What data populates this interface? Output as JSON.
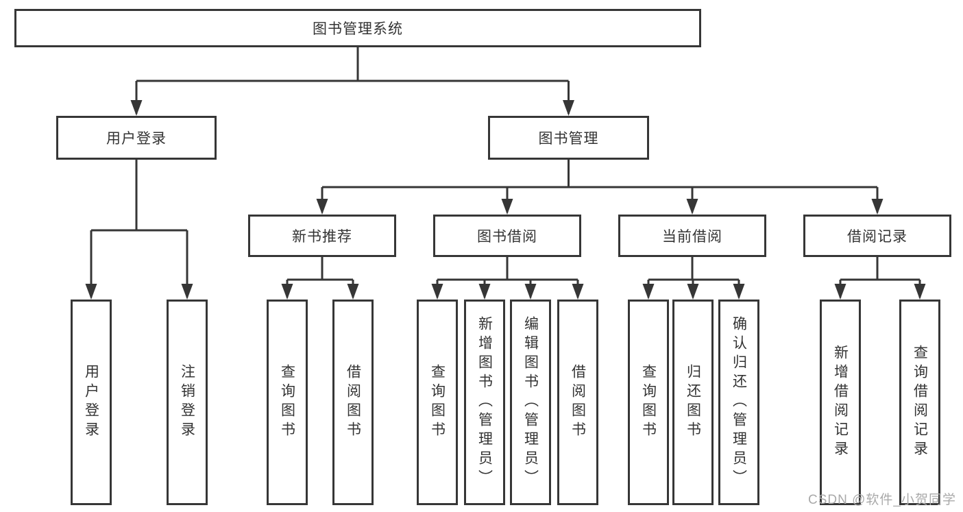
{
  "colors": {
    "line": "#363636",
    "text": "#333333",
    "box_background": "#ffffff",
    "watermark": "#a9a9a9"
  },
  "tree": {
    "root": {
      "label": "图书管理系统"
    },
    "branches": [
      {
        "label": "用户登录",
        "leaves": [
          {
            "label": "用户登录"
          },
          {
            "label": "注销登录"
          }
        ]
      },
      {
        "label": "图书管理",
        "groups": [
          {
            "label": "新书推荐",
            "leaves": [
              {
                "label": "查询图书"
              },
              {
                "label": "借阅图书"
              }
            ]
          },
          {
            "label": "图书借阅",
            "leaves": [
              {
                "label": "查询图书"
              },
              {
                "label": "新增图书（管理员）"
              },
              {
                "label": "编辑图书（管理员）"
              },
              {
                "label": "借阅图书"
              }
            ]
          },
          {
            "label": "当前借阅",
            "leaves": [
              {
                "label": "查询图书"
              },
              {
                "label": "归还图书"
              },
              {
                "label": "确认归还（管理员）"
              }
            ]
          },
          {
            "label": "借阅记录",
            "leaves": [
              {
                "label": "新增借阅记录"
              },
              {
                "label": "查询借阅记录"
              }
            ]
          }
        ]
      }
    ]
  },
  "watermark": {
    "text": "CSDN @软件_小贺同学"
  }
}
